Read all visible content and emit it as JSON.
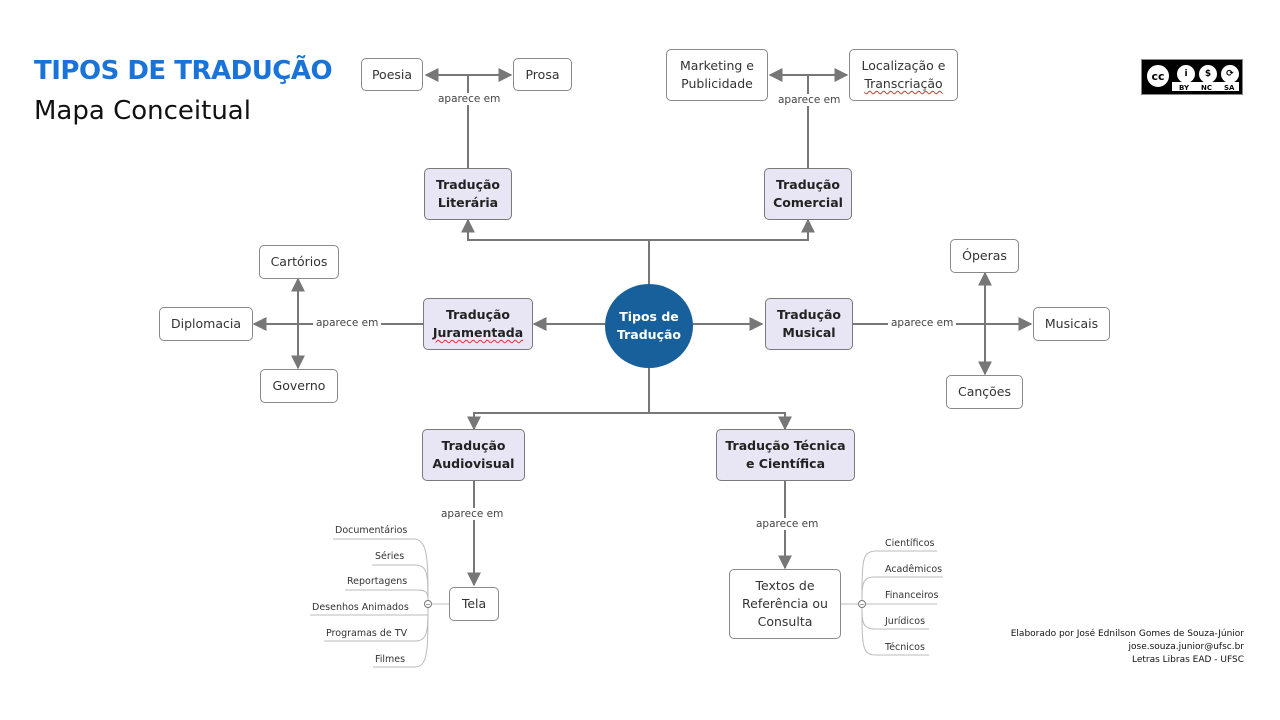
{
  "header": {
    "title": "TIPOS DE TRADUÇÃO",
    "subtitle": "Mapa Conceitual"
  },
  "license": {
    "icon": "cc-by-nc-sa-icon",
    "symbols": [
      "cc",
      "i",
      "$",
      "⟳"
    ],
    "tags": [
      "BY",
      "NC",
      "SA"
    ]
  },
  "center": {
    "label": "Tipos de\nTradução"
  },
  "connector_label": "aparece em",
  "nodes": {
    "literaria": {
      "label": "Tradução\nLiterária"
    },
    "comercial": {
      "label": "Tradução\nComercial"
    },
    "juramentada": {
      "line1": "Tradução",
      "line2": "Juramentada"
    },
    "musical": {
      "label": "Tradução\nMusical"
    },
    "audiovisual": {
      "label": "Tradução\nAudiovisual"
    },
    "tecnica": {
      "label": "Tradução Técnica\ne Científica"
    }
  },
  "leaves": {
    "poesia": "Poesia",
    "prosa": "Prosa",
    "marketing": "Marketing e\nPublicidade",
    "localizacao_1": "Localização e",
    "localizacao_2": "Transcriação",
    "cartorios": "Cartórios",
    "diplomacia": "Diplomacia",
    "governo": "Governo",
    "operas": "Óperas",
    "musicais": "Musicais",
    "cancoes": "Canções",
    "tela": "Tela",
    "textos": "Textos de\nReferência ou\nConsulta"
  },
  "tela_items": [
    "Documentários",
    "Séries",
    "Reportagens",
    "Desenhos Animados",
    "Programas de TV",
    "Filmes"
  ],
  "textos_items": [
    "Científicos",
    "Acadêmicos",
    "Financeiros",
    "Jurídicos",
    "Técnicos"
  ],
  "credit": {
    "line1": "Elaborado por José Ednilson Gomes de Souza-Júnior",
    "line2": "jose.souza.junior@ufsc.br",
    "line3": "Letras Libras EAD - UFSC"
  },
  "colors": {
    "title": "#1a73d9",
    "center": "#17609c",
    "main_fill": "#e8e6f4",
    "line": "#777777"
  }
}
